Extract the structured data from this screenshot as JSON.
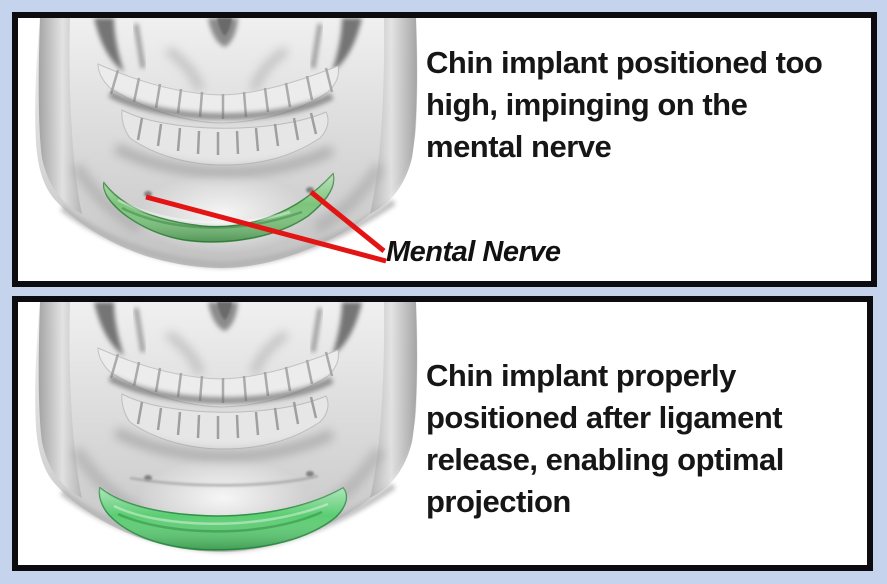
{
  "page": {
    "background_color": "#c5d4ec",
    "panel_border_color": "#0b0b10",
    "panel_background_color": "#ffffff"
  },
  "panels": {
    "top": {
      "caption": "Chin implant positioned too\nhigh, impinging on the\nmental nerve",
      "annotation_label": "Mental Nerve",
      "annotation_line_color": "#e31414",
      "implant_color": "#7cc47b"
    },
    "bottom": {
      "caption": "Chin implant properly\npositioned after ligament\nrelease, enabling optimal\nprojection",
      "implant_color": "#5bcd72"
    }
  }
}
